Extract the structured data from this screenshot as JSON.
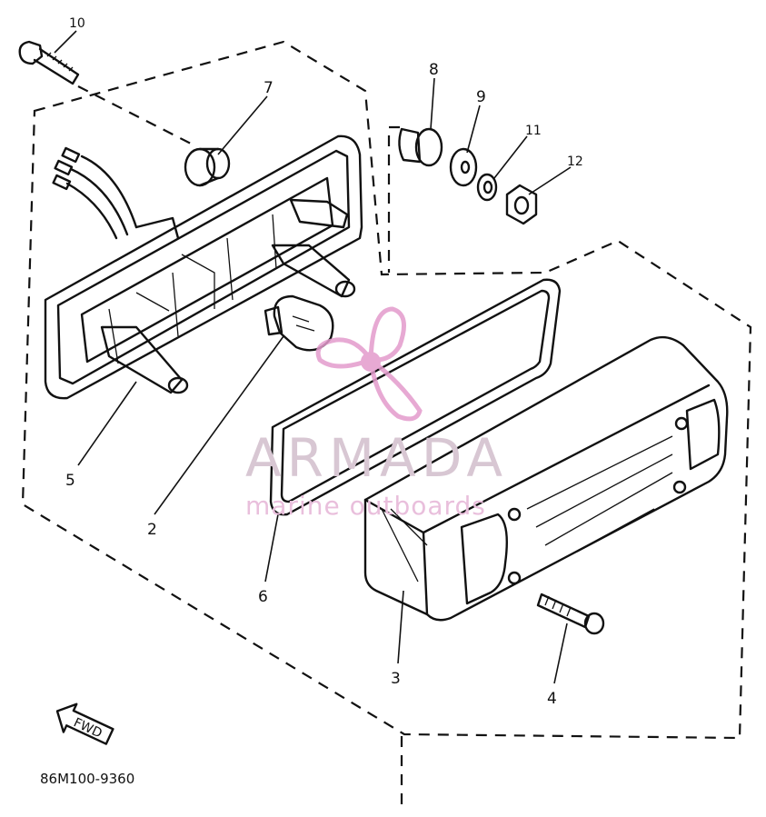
{
  "parts": [
    {
      "id": "10",
      "label": "10"
    },
    {
      "id": "7",
      "label": "7"
    },
    {
      "id": "8",
      "label": "8"
    },
    {
      "id": "9",
      "label": "9"
    },
    {
      "id": "11",
      "label": "11"
    },
    {
      "id": "12",
      "label": "12"
    },
    {
      "id": "5",
      "label": "5"
    },
    {
      "id": "2",
      "label": "2"
    },
    {
      "id": "6",
      "label": "6"
    },
    {
      "id": "3",
      "label": "3"
    },
    {
      "id": "4",
      "label": "4"
    }
  ],
  "fwd_label": "FWD",
  "diagram_code": "86M100-9360",
  "watermark": {
    "brand": "ARMADA",
    "tagline": "marine outboards",
    "brand_color": "#cbb6c4",
    "accent_color": "#e39bcc"
  }
}
